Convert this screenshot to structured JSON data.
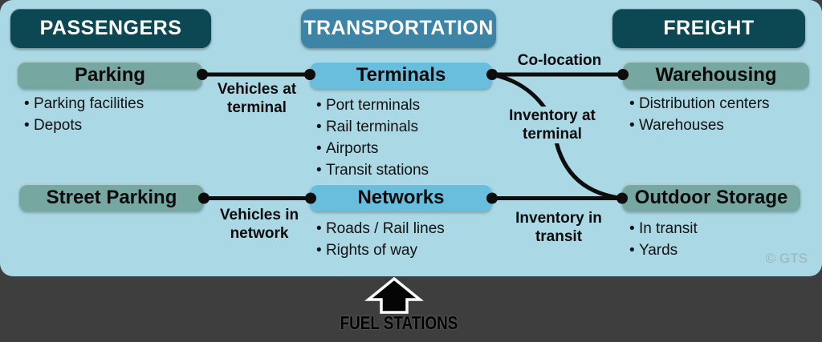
{
  "columns": [
    {
      "header": "PASSENGERS",
      "nodes": [
        {
          "title": "Parking",
          "bullets": [
            "Parking facilities",
            "Depots"
          ]
        },
        {
          "title": "Street Parking",
          "bullets": []
        }
      ]
    },
    {
      "header": "TRANSPORTATION",
      "nodes": [
        {
          "title": "Terminals",
          "bullets": [
            "Port terminals",
            "Rail terminals",
            "Airports",
            "Transit stations"
          ]
        },
        {
          "title": "Networks",
          "bullets": [
            "Roads / Rail lines",
            "Rights of way"
          ]
        }
      ]
    },
    {
      "header": "FREIGHT",
      "nodes": [
        {
          "title": "Warehousing",
          "bullets": [
            "Distribution centers",
            "Warehouses"
          ]
        },
        {
          "title": "Outdoor Storage",
          "bullets": [
            "In transit",
            "Yards"
          ]
        }
      ]
    }
  ],
  "connectors": [
    {
      "from": "Parking",
      "to": "Terminals",
      "label": "Vehicles at terminal"
    },
    {
      "from": "Terminals",
      "to": "Warehousing",
      "label": "Co-location"
    },
    {
      "from": "Terminals",
      "to": "Outdoor Storage",
      "label": "Inventory at terminal"
    },
    {
      "from": "Street Parking",
      "to": "Networks",
      "label": "Vehicles in network"
    },
    {
      "from": "Networks",
      "to": "Outdoor Storage",
      "label": "Inventory in transit"
    }
  ],
  "footer": {
    "fuel_label": "FUEL STATIONS"
  },
  "credit": "© GTS",
  "colors": {
    "background": "#3e3e3e",
    "panel": "#aad8e5",
    "header_dark_teal": "#0c4853",
    "header_blue": "#3c85a6",
    "node_blue": "#69bedd",
    "node_sage": "#77a7a1",
    "connector_line": "#0d0d0d",
    "credit_text": "#9db3bb"
  }
}
